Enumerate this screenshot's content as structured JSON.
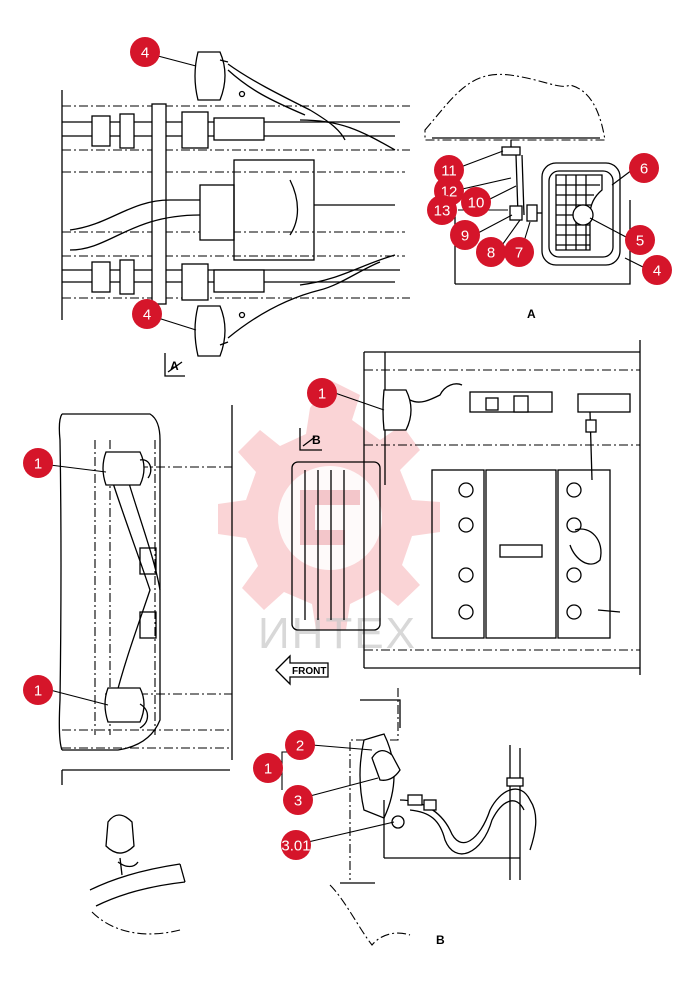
{
  "watermark": {
    "text": "ИНТЕХ",
    "color": "#e63946"
  },
  "view_labels": {
    "view_a": "A",
    "view_b": "B",
    "arrow_a": "A",
    "arrow_b": "B"
  },
  "front_arrow": {
    "label": "FRONT"
  },
  "callouts": [
    {
      "label": "4"
    },
    {
      "label": "4"
    },
    {
      "label": "6"
    },
    {
      "label": "5"
    },
    {
      "label": "4"
    },
    {
      "label": "11"
    },
    {
      "label": "12"
    },
    {
      "label": "13"
    },
    {
      "label": "10"
    },
    {
      "label": "9"
    },
    {
      "label": "8"
    },
    {
      "label": "7"
    },
    {
      "label": "1"
    },
    {
      "label": "1"
    },
    {
      "label": "1"
    },
    {
      "label": "2"
    },
    {
      "label": "1"
    },
    {
      "label": "3"
    },
    {
      "label": "3.01"
    }
  ],
  "colors": {
    "callout": "#d5152a",
    "line": "#000000"
  }
}
